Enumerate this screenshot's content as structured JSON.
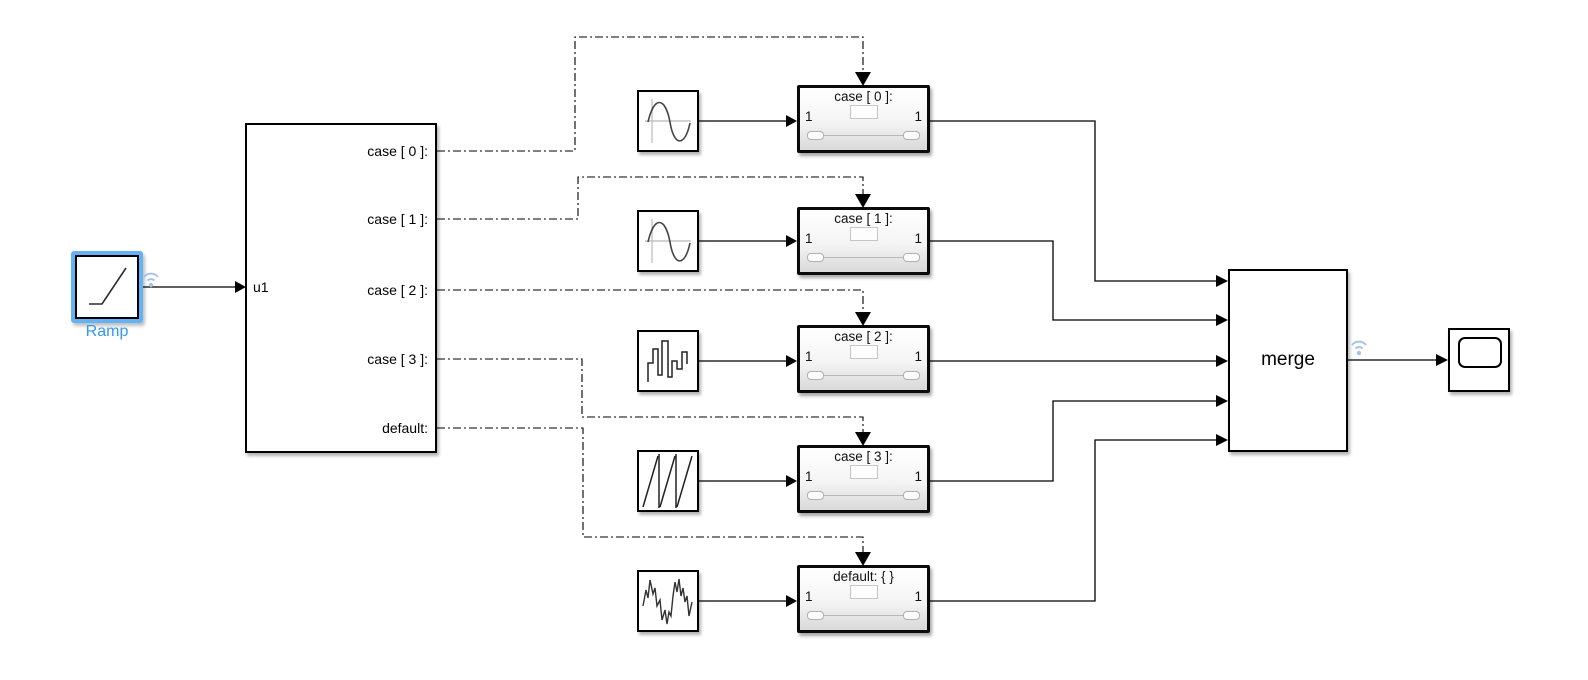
{
  "diagram": {
    "background_color": "#ffffff",
    "wire_color": "#000000",
    "selection_color": "#64b1f4",
    "logging_badge_color": "#a7c4e4",
    "subsystem_fill_top": "#ffffff",
    "subsystem_fill_bottom": "#d9d9d9"
  },
  "ramp_block": {
    "label": "Ramp",
    "icon": "ramp-icon",
    "selected": true
  },
  "switch_case_block": {
    "input_port": "u1",
    "output_ports": [
      {
        "label": "case [ 0 ]:"
      },
      {
        "label": "case [ 1 ]:"
      },
      {
        "label": "case [ 2 ]:"
      },
      {
        "label": "case [ 3 ]:"
      },
      {
        "label": "default:"
      }
    ]
  },
  "source_blocks": [
    {
      "icon": "sine-wave-icon"
    },
    {
      "icon": "sine-wave-icon"
    },
    {
      "icon": "random-stair-icon"
    },
    {
      "icon": "sawtooth-icon"
    },
    {
      "icon": "noise-wave-icon"
    }
  ],
  "action_subsystems": [
    {
      "title": "case [ 0 ]:",
      "in_port": "1",
      "out_port": "1"
    },
    {
      "title": "case [ 1 ]:",
      "in_port": "1",
      "out_port": "1"
    },
    {
      "title": "case [ 2 ]:",
      "in_port": "1",
      "out_port": "1"
    },
    {
      "title": "case [ 3 ]:",
      "in_port": "1",
      "out_port": "1"
    },
    {
      "title": "default: { }",
      "in_port": "1",
      "out_port": "1"
    }
  ],
  "merge_block": {
    "label": "merge"
  },
  "scope_block": {
    "icon": "scope-screen-icon"
  }
}
